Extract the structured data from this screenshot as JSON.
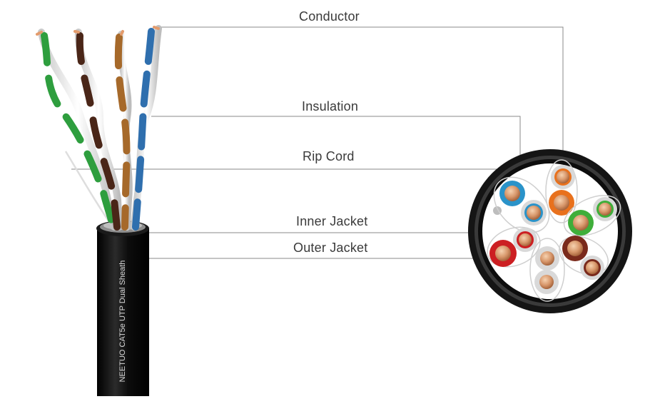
{
  "labels": {
    "conductor": "Conductor",
    "insulation": "Insulation",
    "rip_cord": "Rip Cord",
    "inner_jacket": "Inner Jacket",
    "outer_jacket": "Outer Jacket"
  },
  "cable_print": "NEETUO CAT5e UTP Dual Sheath",
  "colors": {
    "pair_green": "#2e9e3e",
    "pair_brown": "#4a2618",
    "pair_orange": "#a6692a",
    "pair_blue": "#2f6fae",
    "cross_section_orange": "#e8711d",
    "cross_section_blue": "#2a93c9",
    "cross_section_green": "#3fae3a",
    "cross_section_brown": "#7a2a1c",
    "cross_section_red": "#cc1f22",
    "copper": "#d79a6a",
    "jacket": "#111111",
    "leader_line": "#8a8a8a"
  }
}
